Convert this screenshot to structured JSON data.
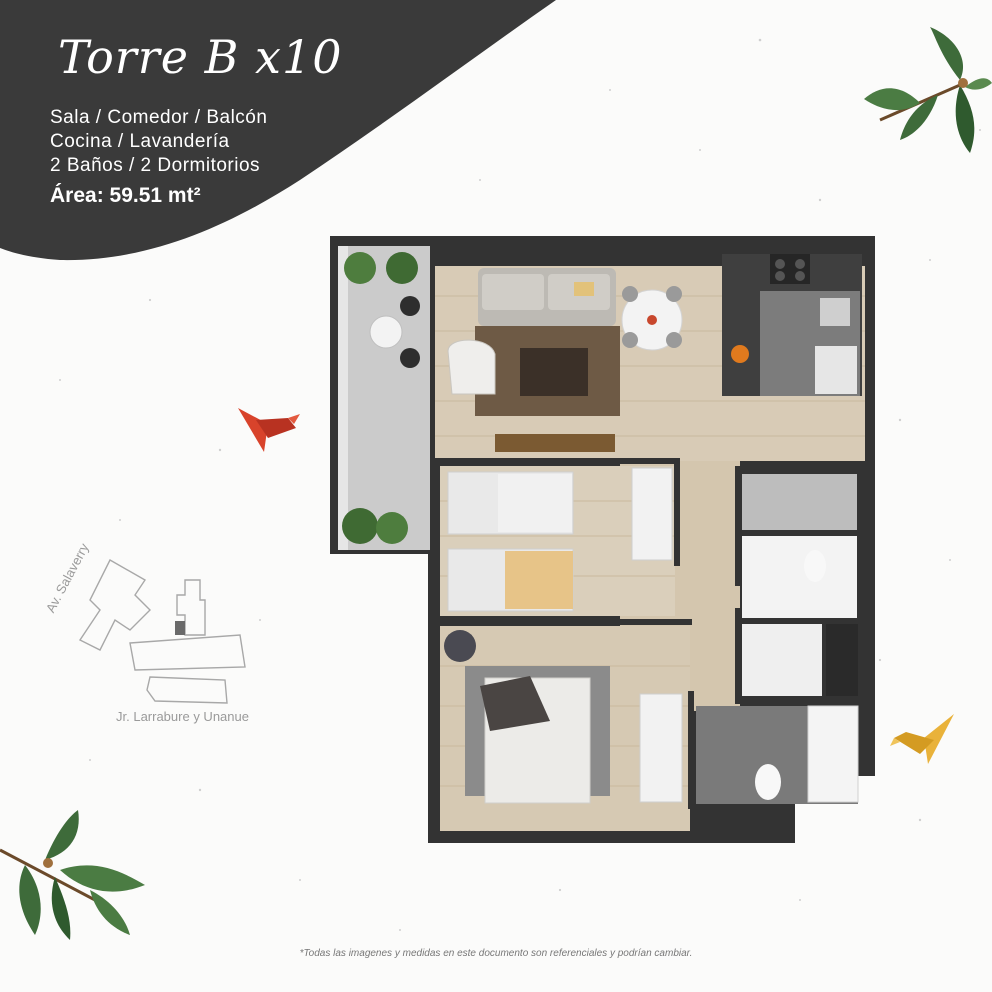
{
  "header": {
    "title": "Torre B x10",
    "features": [
      "Sala / Comedor / Balcón",
      "Cocina / Lavandería",
      "2 Baños / 2 Dormitorios"
    ],
    "area": "Área: 59.51 mt²"
  },
  "site_map": {
    "street_1": "Av. Salaverry",
    "street_2": "Jr. Larrabure y Unanue"
  },
  "footer": {
    "disclaimer": "*Todas las imagenes y medidas en este documento son referenciales y podrían cambiar."
  },
  "colors": {
    "header_bg": "#3a3a3a",
    "wall": "#333333",
    "wood_floor": "#d8cbb6",
    "balcony_floor": "#c9c9c9",
    "leaf_green": "#3e6b3a",
    "bird_red": "#d8432b",
    "bird_yellow": "#e9b23a"
  },
  "decor": {
    "leaves": [
      "leaf-top-right",
      "leaf-bottom-left"
    ],
    "birds": [
      "origami-bird-red",
      "origami-bird-yellow"
    ]
  }
}
